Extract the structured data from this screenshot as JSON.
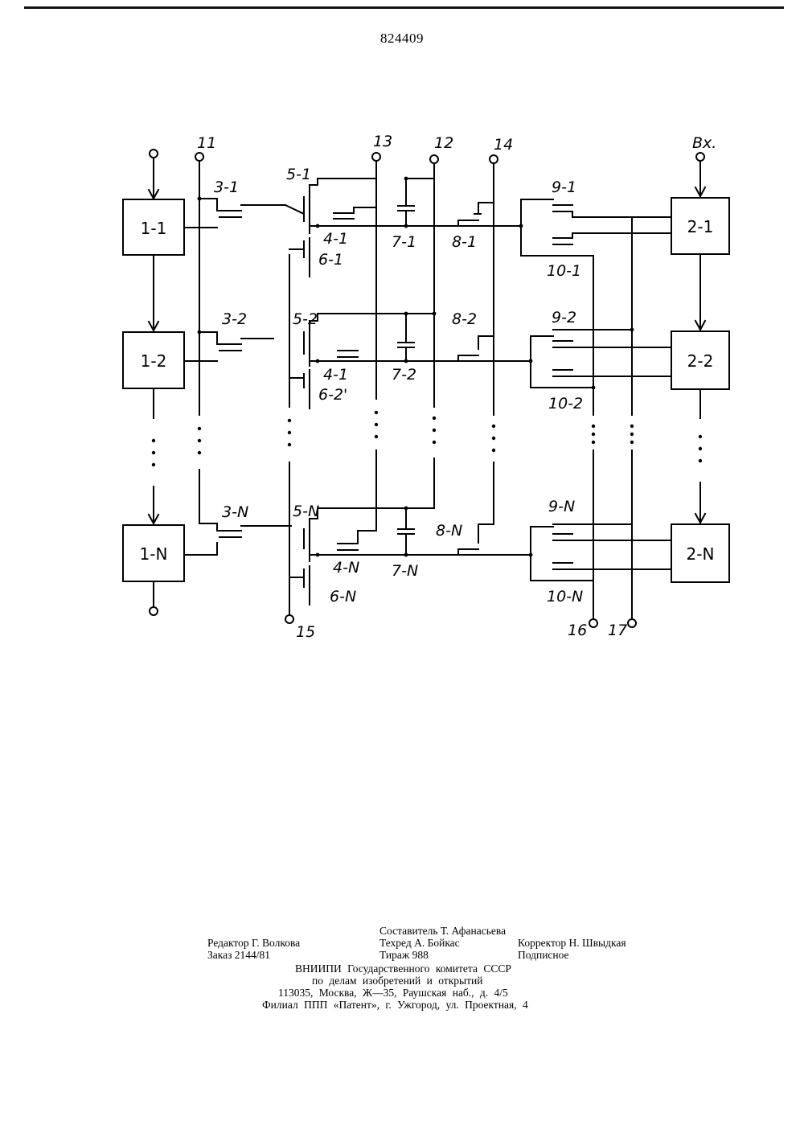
{
  "header": {
    "patent_number": "824409"
  },
  "schematic": {
    "input_label": "Вх.",
    "bus_labels": {
      "bus_11": "11",
      "bus_13": "13",
      "bus_12": "12",
      "bus_14": "14",
      "bus_15": "15",
      "bus_16": "16",
      "bus_17": "17"
    },
    "left_blocks": [
      "1-1",
      "1-2",
      "1-N"
    ],
    "right_blocks": [
      "2-1",
      "2-2",
      "2-N"
    ],
    "rows": [
      {
        "t3": "3-1",
        "t5": "5-1",
        "t4": "4-1",
        "t6": "6-1",
        "c7": "7-1",
        "t8": "8-1",
        "t9": "9-1",
        "t10": "10-1"
      },
      {
        "t3": "3-2",
        "t5": "5-2",
        "t4": "4-1",
        "t6": "6-2'",
        "c7": "7-2",
        "t8": "8-2",
        "t9": "9-2",
        "t10": "10-2"
      },
      {
        "t3": "3-N",
        "t5": "5-N",
        "t4": "4-N",
        "t6": "6-N",
        "c7": "7-N",
        "t8": "8-N",
        "t9": "9-N",
        "t10": "10-N"
      }
    ]
  },
  "imprint": {
    "compiler": "Составитель Т. Афанасьева",
    "editor": "Редактор Г. Волкова",
    "techred": "Техред А. Бойкас",
    "corrector": "Корректор Н. Швыдкая",
    "order": "Заказ 2144/81",
    "print_run": "Тираж 988",
    "subscription": "Подписное",
    "org_line1": "ВНИИПИ Государственного комитета СССР",
    "org_line2": "по делам изобретений и открытий",
    "address": "113035, Москва, Ж—35, Раушская наб., д. 4/5",
    "branch": "Филиал ППП «Патент», г. Ужгород, ул. Проектная, 4"
  }
}
